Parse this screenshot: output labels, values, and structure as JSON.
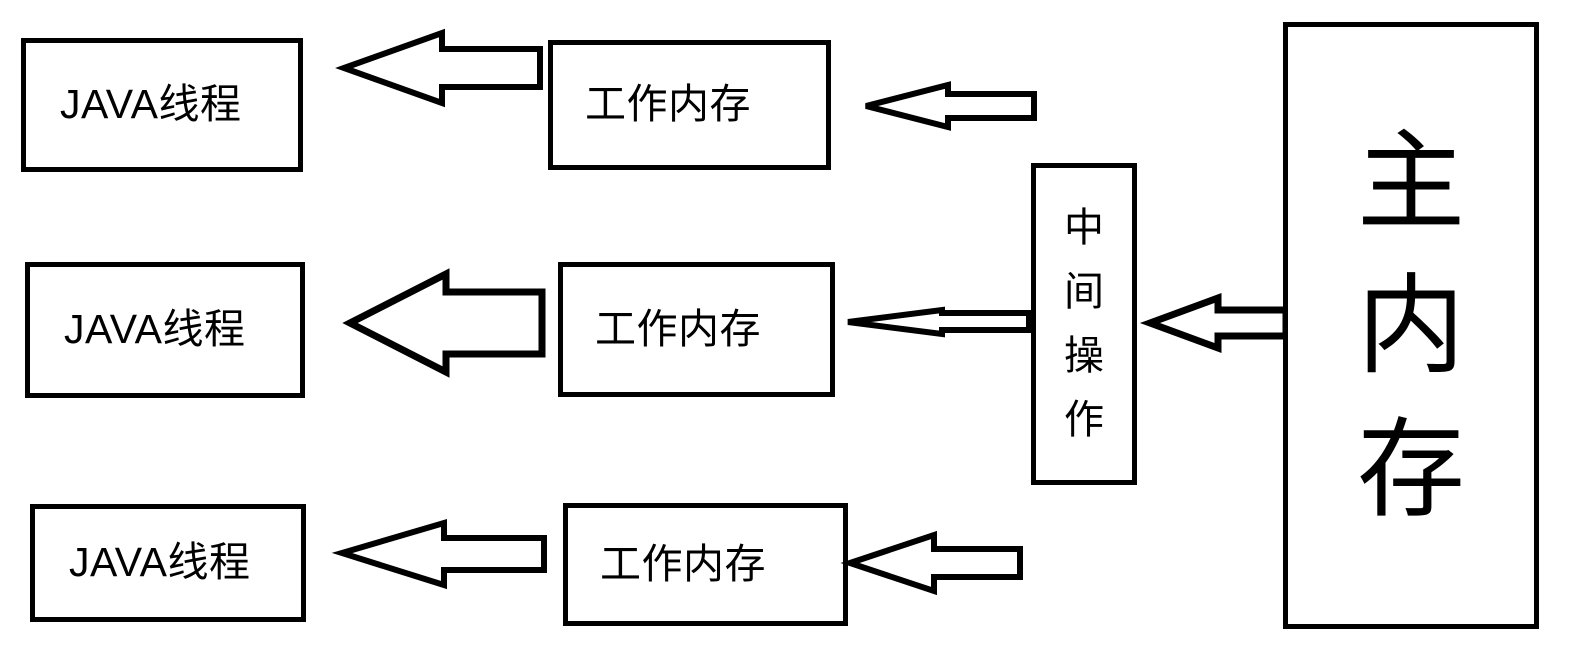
{
  "diagram": {
    "title": "Java Memory Model diagram",
    "background_color": "#ffffff",
    "stroke_color": "#000000",
    "threads": [
      {
        "label": "JAVA线程"
      },
      {
        "label": "JAVA线程"
      },
      {
        "label": "JAVA线程"
      }
    ],
    "working_memories": [
      {
        "label": "工作内存"
      },
      {
        "label": "工作内存"
      },
      {
        "label": "工作内存"
      }
    ],
    "middle_operation": {
      "label": "中间操作",
      "chars": [
        "中",
        "间",
        "操",
        "作"
      ]
    },
    "main_memory": {
      "label": "主内存",
      "chars": [
        "主",
        "内",
        "存"
      ]
    },
    "arrows": [
      {
        "name": "wm-to-thread-1",
        "direction": "left"
      },
      {
        "name": "wm-to-thread-2",
        "direction": "left"
      },
      {
        "name": "wm-to-thread-3",
        "direction": "left"
      },
      {
        "name": "middle-to-wm-1",
        "direction": "left"
      },
      {
        "name": "middle-to-wm-2",
        "direction": "left"
      },
      {
        "name": "middle-to-wm-3",
        "direction": "left"
      },
      {
        "name": "main-to-middle",
        "direction": "left"
      }
    ]
  }
}
